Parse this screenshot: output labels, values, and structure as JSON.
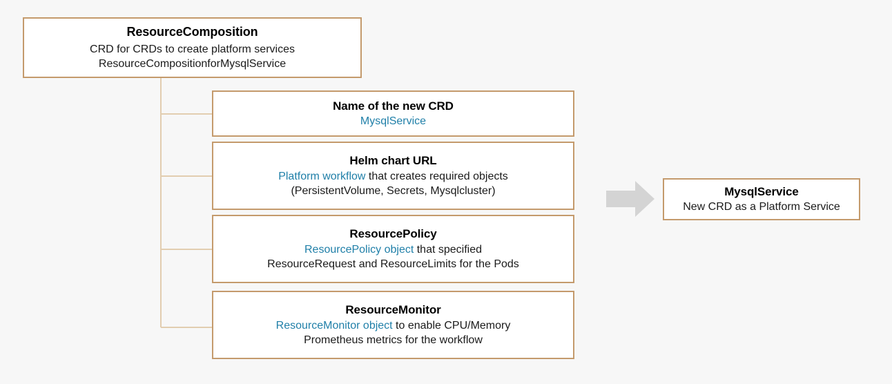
{
  "diagram": {
    "title": "ResourceComposition platform service diagram",
    "colors": {
      "box_border": "#c49a6c",
      "box_fill": "#ffffff",
      "accent_text": "#1f7fa8",
      "body_text": "#1a1a1a",
      "arrow_fill": "#d4d4d4",
      "connector_line": "#e2cdb0",
      "page_background": "#f7f7f7"
    },
    "root": {
      "title": "ResourceComposition",
      "subtitle": "CRD for CRDs to create platform services",
      "instance": "ResourceCompositionforMysqlService"
    },
    "children": [
      {
        "id": "crd-name",
        "title": "Name of the new CRD",
        "lines": [
          {
            "accent": "MysqlService",
            "plain": ""
          }
        ]
      },
      {
        "id": "helm",
        "title": "Helm chart URL",
        "lines": [
          {
            "accent": "Platform workflow",
            "plain": " that creates required objects"
          },
          {
            "accent": "",
            "plain": "(PersistentVolume, Secrets, Mysqlcluster)"
          }
        ]
      },
      {
        "id": "policy",
        "title": "ResourcePolicy",
        "lines": [
          {
            "accent": "ResourcePolicy object",
            "plain": " that specified"
          },
          {
            "accent": "",
            "plain": "ResourceRequest and ResourceLimits for the Pods"
          }
        ]
      },
      {
        "id": "monitor",
        "title": "ResourceMonitor",
        "lines": [
          {
            "accent": "ResourceMonitor object",
            "plain": " to enable CPU/Memory"
          },
          {
            "accent": "",
            "plain": "Prometheus metrics for the workflow"
          }
        ]
      }
    ],
    "arrow": {
      "name": "right-arrow",
      "direction": "right"
    },
    "output": {
      "title": "MysqlService",
      "subtitle": "New CRD as a Platform Service"
    }
  }
}
